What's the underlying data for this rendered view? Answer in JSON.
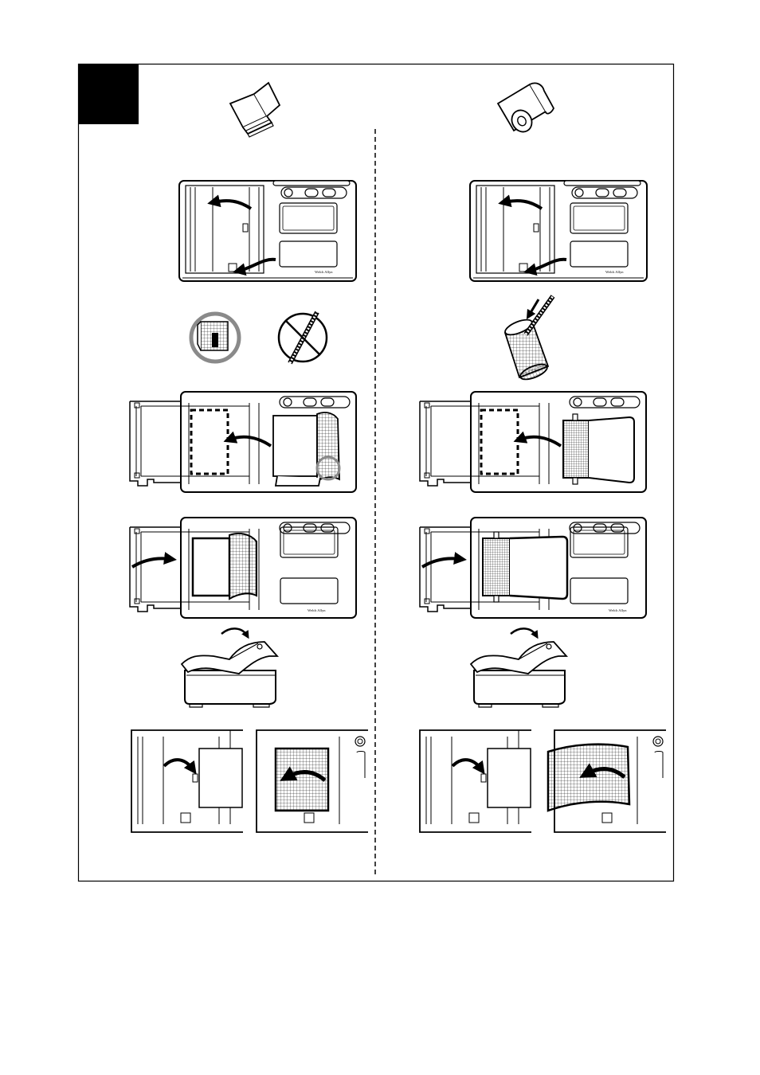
{
  "page": {
    "left_column": {
      "paper_type": "fanfold-paper-pack"
    },
    "right_column": {
      "paper_type": "paper-roll"
    }
  },
  "device": {
    "brand": "Welch Allyn"
  },
  "colors": {
    "ink": "#000000",
    "circle_gray": "#8a8a8a",
    "paper": "#ffffff",
    "marker": "#000000"
  },
  "icons": [
    "fanfold-pack-icon",
    "paper-roll-icon",
    "correct-fold-icon",
    "prohibited-icon",
    "curved-arrow-icon"
  ]
}
